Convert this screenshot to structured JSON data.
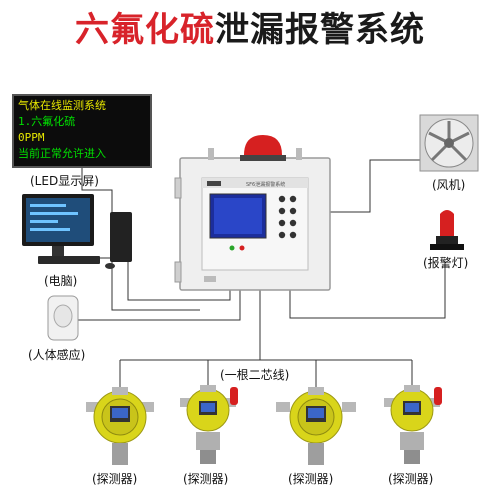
{
  "title": {
    "part1": "六氟化硫",
    "part2": "泄漏报警系统"
  },
  "led_screen": {
    "lines": [
      "气体在线监测系统",
      "1.六氟化硫",
      "0PPM",
      "当前正常允许进入"
    ],
    "caption": "(LED显示屏)"
  },
  "devices": {
    "computer": "(电脑)",
    "body_sensor": "(人体感应)",
    "fan": "(风机)",
    "alarm_light": "(报警灯)",
    "cable": "(一根二芯线)",
    "detector_label": "(探测器)"
  },
  "controller": {
    "panel_title": "SF6泄漏报警系统"
  },
  "colors": {
    "title_red": "#d8232a",
    "detector_yellow": "#d9d51a",
    "alarm_red": "#d62020"
  }
}
